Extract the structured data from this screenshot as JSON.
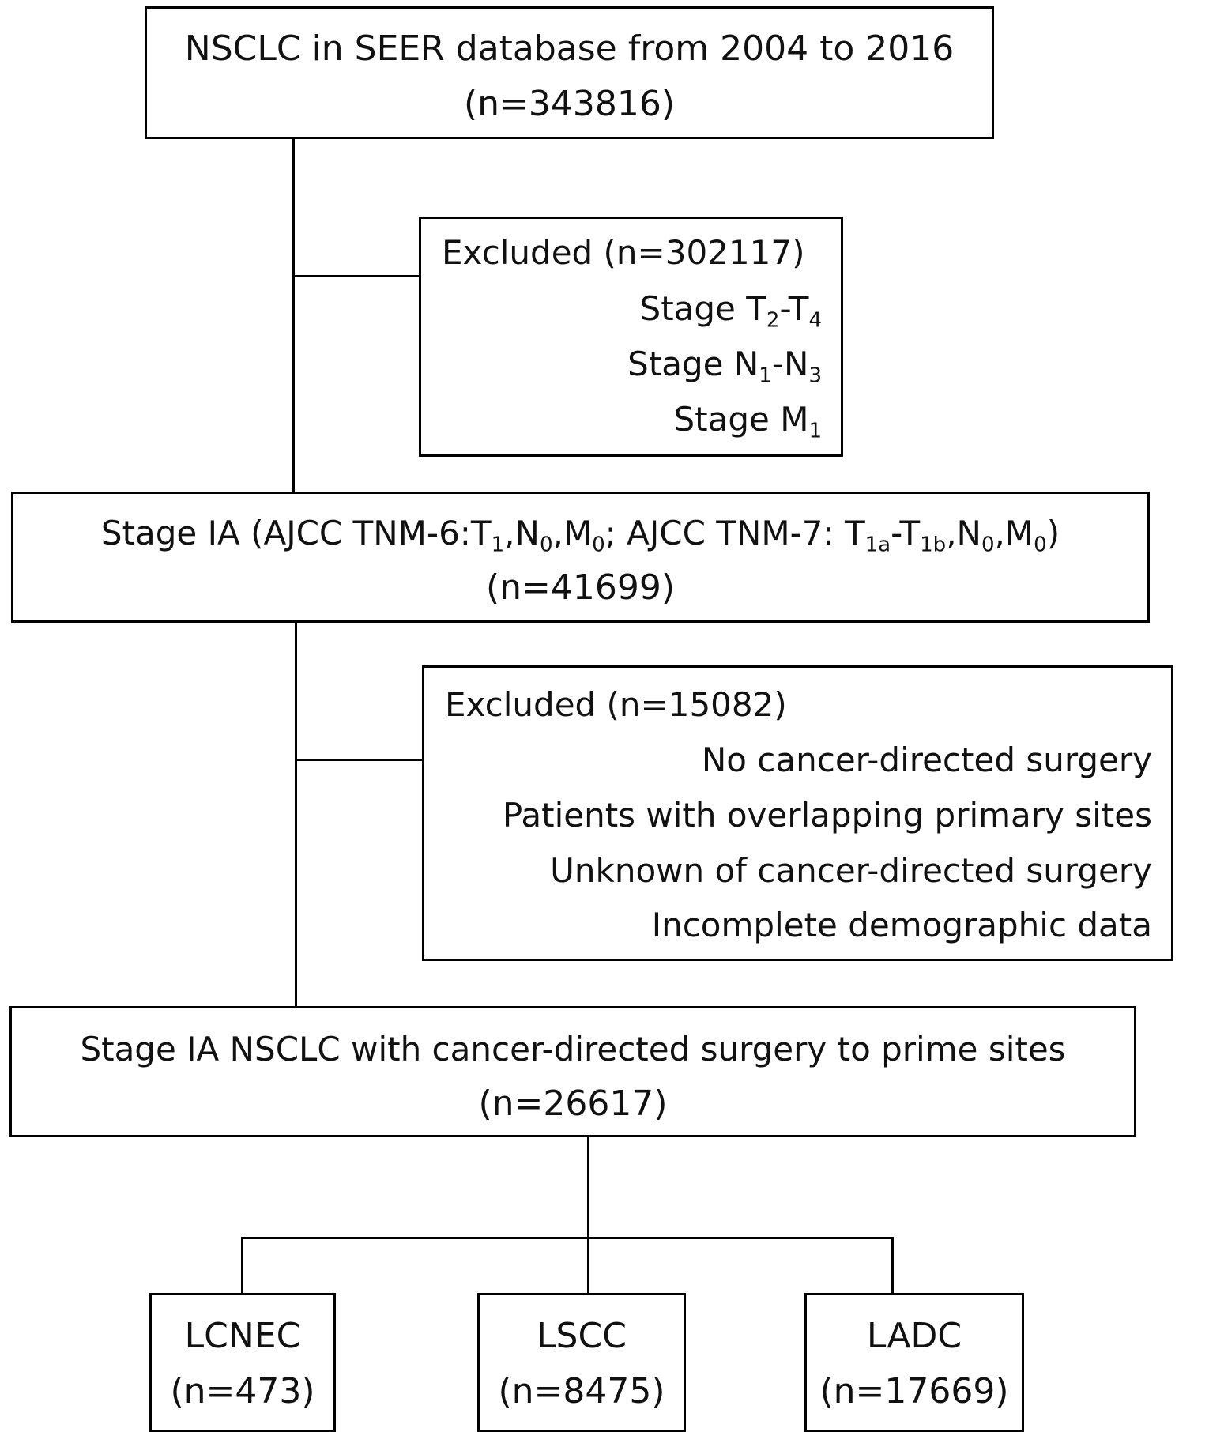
{
  "flowchart": {
    "top_box": {
      "line1": "NSCLC in SEER database from 2004 to 2016",
      "line2": "(n=343816)"
    },
    "exclusion1": {
      "title": "Excluded (n=302117)",
      "items": [
        {
          "prefix": "Stage T",
          "s1": "2",
          "mid": "-T",
          "s2": "4"
        },
        {
          "prefix": "Stage N",
          "s1": "1",
          "mid": "-N",
          "s2": "3"
        },
        {
          "prefix": "Stage M",
          "s1": "1"
        }
      ]
    },
    "stage_box": {
      "line1": {
        "p1": "Stage IA (AJCC TNM-6:T",
        "s1": "1",
        "p2": ",N",
        "s2": "0",
        "p3": ",M",
        "s3": "0",
        "p4": "; AJCC TNM-7: T",
        "s4": "1a",
        "p5": "-T",
        "s5": "1b",
        "p6": ",N",
        "s6": "0",
        "p7": ",M",
        "s7": "0",
        "p8": ")"
      },
      "line2": "(n=41699)"
    },
    "exclusion2": {
      "title": "Excluded (n=15082)",
      "items": [
        "No cancer-directed surgery",
        "Patients with overlapping primary sites",
        "Unknown of cancer-directed surgery",
        "Incomplete demographic data"
      ]
    },
    "surgery_box": {
      "line1": "Stage IA NSCLC with cancer-directed surgery to prime sites",
      "line2": "(n=26617)"
    },
    "groups": [
      {
        "name": "LCNEC",
        "n": "(n=473)"
      },
      {
        "name": "LSCC",
        "n": "(n=8475)"
      },
      {
        "name": "LADC",
        "n": "(n=17669)"
      }
    ]
  }
}
